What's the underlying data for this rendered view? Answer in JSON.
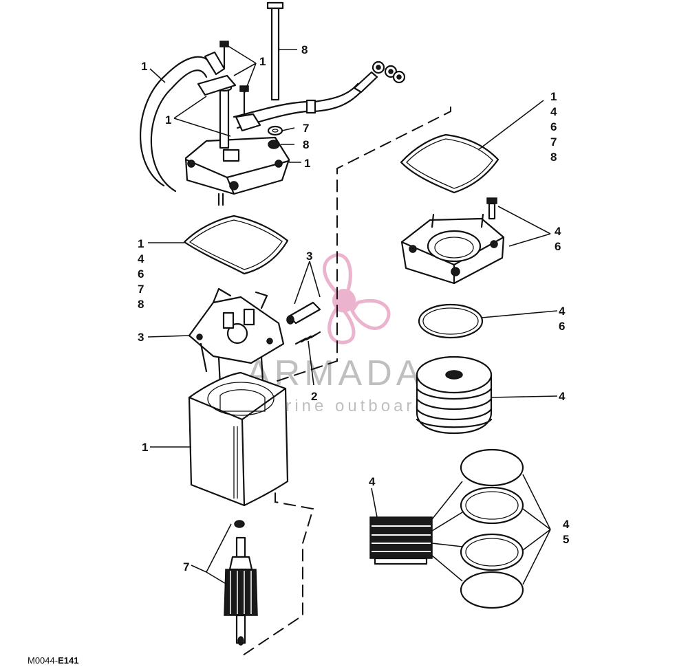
{
  "diagram": {
    "ref_code_prefix": "M0044-",
    "ref_code_suffix": "E141",
    "watermark": {
      "brand": "ARMADA",
      "tagline": "marine outboards"
    },
    "callouts": {
      "cover_hose": "1",
      "screws_top": "1",
      "screws_mid": "1",
      "through_bolt": "8",
      "washer": "7",
      "nut": "8",
      "end_cap": "1",
      "gasket_left": [
        "1",
        "4",
        "6",
        "7",
        "8"
      ],
      "gasket_right": [
        "1",
        "4",
        "6",
        "7",
        "8"
      ],
      "bolt_plate": [
        "4",
        "6"
      ],
      "o_ring": [
        "4",
        "6"
      ],
      "pump": "4",
      "brushes": "3",
      "spring": "2",
      "brush_plate": "3",
      "frame": "1",
      "armature": "7",
      "valve_stack": "4",
      "seal_rings": [
        "4",
        "5"
      ]
    },
    "colors": {
      "line": "#111111",
      "watermark_pink": "#e8a6c6",
      "watermark_grey": "#8a8a8a"
    }
  }
}
